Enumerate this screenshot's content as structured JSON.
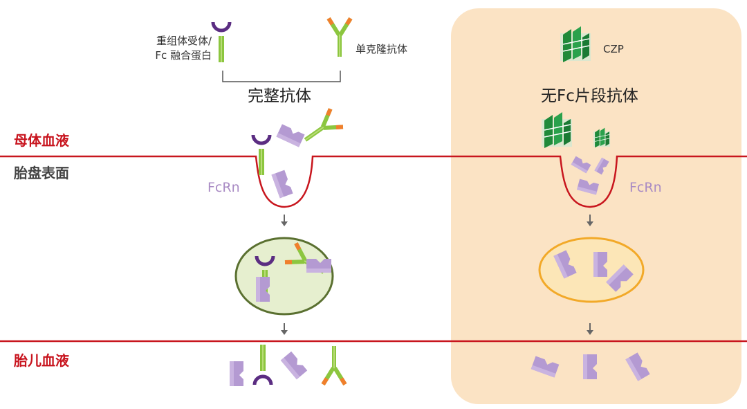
{
  "colors": {
    "maternal_line": "#c8161e",
    "fetal_line": "#c8161e",
    "fcfree_bg": "#fbe3c4",
    "fcrn": "#b49ad2",
    "heavy_chain": "#8cc63f",
    "light_chain_tip": "#f07f2c",
    "receptor_arc": "#5b2d82",
    "czp": "#1f8a3a",
    "vesicle_left_fill": "#e6efcf",
    "vesicle_left_border": "#5a7030",
    "vesicle_right_fill": "#fce6b7",
    "vesicle_right_border": "#f2a928"
  },
  "legend": {
    "fusion_protein": {
      "line1": "重组体受体/",
      "line2": "Fc 融合蛋白"
    },
    "monoclonal": "单克隆抗体",
    "bracket_label": "完整抗体",
    "czp": "CZP",
    "fc_free_label": "无Fc片段抗体"
  },
  "zones": {
    "maternal_blood": "母体血液",
    "placenta_surface": "胎盘表面",
    "fetal_blood": "胎儿血液"
  },
  "receptor_labels": {
    "left": "FcRn",
    "right": "FcRn"
  },
  "icons": [
    "fusion-protein-icon",
    "monoclonal-antibody-icon",
    "czp-fragment-icon",
    "fcrn-receptor-icon",
    "down-arrow-icon"
  ]
}
